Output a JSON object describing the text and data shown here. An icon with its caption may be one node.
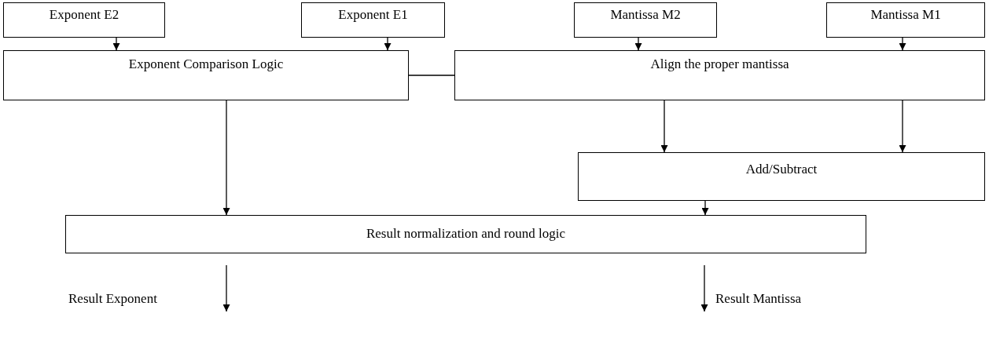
{
  "diagram": {
    "nodes": [
      {
        "text": [
          "Exponent E2"
        ]
      },
      {
        "text": [
          "Exponent E1"
        ]
      },
      {
        "text": [
          "Mantissa M2"
        ]
      },
      {
        "text": [
          "Mantissa M1"
        ]
      },
      {
        "text": [
          "Exponent Comparison Logic"
        ]
      },
      {
        "text": [
          "Align the proper mantissa"
        ]
      },
      {
        "text": [
          "Add/Subtract"
        ]
      },
      {
        "text": [
          "Result normalization and round logic"
        ]
      },
      {
        "text": [
          "Result Exponent"
        ]
      },
      {
        "text": [
          "Result Mantissa"
        ]
      }
    ],
    "edges": [
      {
        "from": 0,
        "to": 4,
        "arrow": "to"
      },
      {
        "from": 1,
        "to": 4,
        "arrow": "to"
      },
      {
        "from": 2,
        "to": 5,
        "arrow": "to"
      },
      {
        "from": 3,
        "to": 5,
        "arrow": "to"
      },
      {
        "from": 4,
        "to": 5,
        "arrow": "none"
      },
      {
        "from": 5,
        "to": 6,
        "arrow": "to"
      },
      {
        "from": 5,
        "to": 6,
        "arrow": "to"
      },
      {
        "from": 4,
        "to": 7,
        "arrow": "to"
      },
      {
        "from": 6,
        "to": 7,
        "arrow": "to"
      },
      {
        "from": 7,
        "to": 8,
        "arrow": "to"
      },
      {
        "from": 7,
        "to": 9,
        "arrow": "to"
      }
    ]
  }
}
